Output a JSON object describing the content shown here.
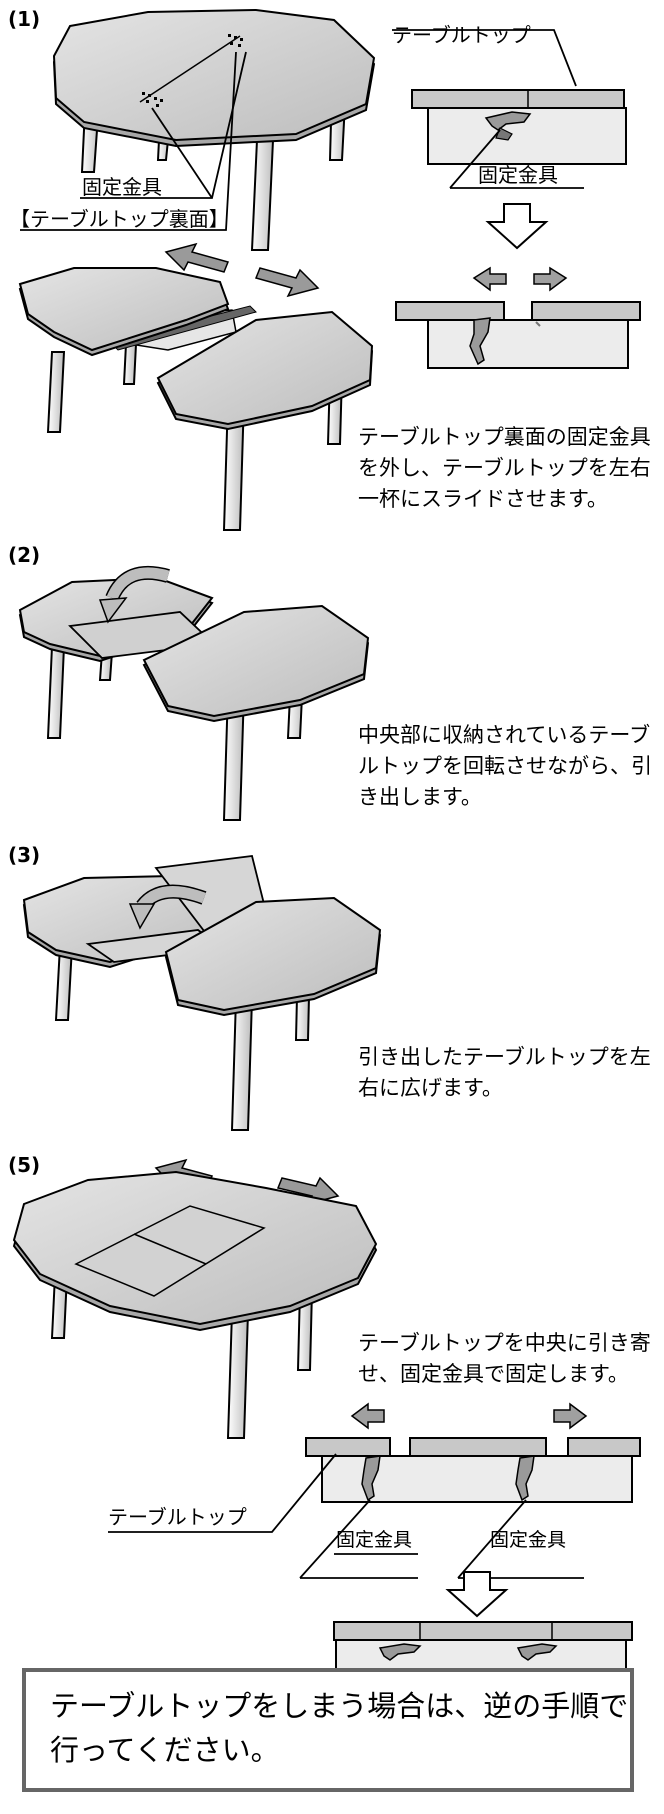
{
  "steps": [
    "(1)",
    "(2)",
    "(3)",
    "(5)"
  ],
  "labels": {
    "clamp": "固定金具",
    "tabletop_underside": "【テーブルトップ裏面】",
    "tabletop": "テーブルトップ"
  },
  "descriptions": {
    "step1": [
      "テーブルトップ裏面の固定金具",
      "を外し、テーブルトップを左右",
      "一杯にスライドさせます。"
    ],
    "step2": [
      "中央部に収納されているテーブ",
      "ルトップを回転させながら、引",
      "き出します。"
    ],
    "step3": [
      "引き出したテーブルトップを左",
      "右に広げます。"
    ],
    "step5": [
      "テーブルトップを中央に引き寄",
      "せ、固定金具で固定します。"
    ]
  },
  "note": [
    "テーブルトップをしまう場合は、逆の手順で",
    "行ってください。"
  ],
  "colors": {
    "top_fill": "#d6d6d6",
    "arrow_fill": "#9a9a9a",
    "line": "#000000"
  }
}
